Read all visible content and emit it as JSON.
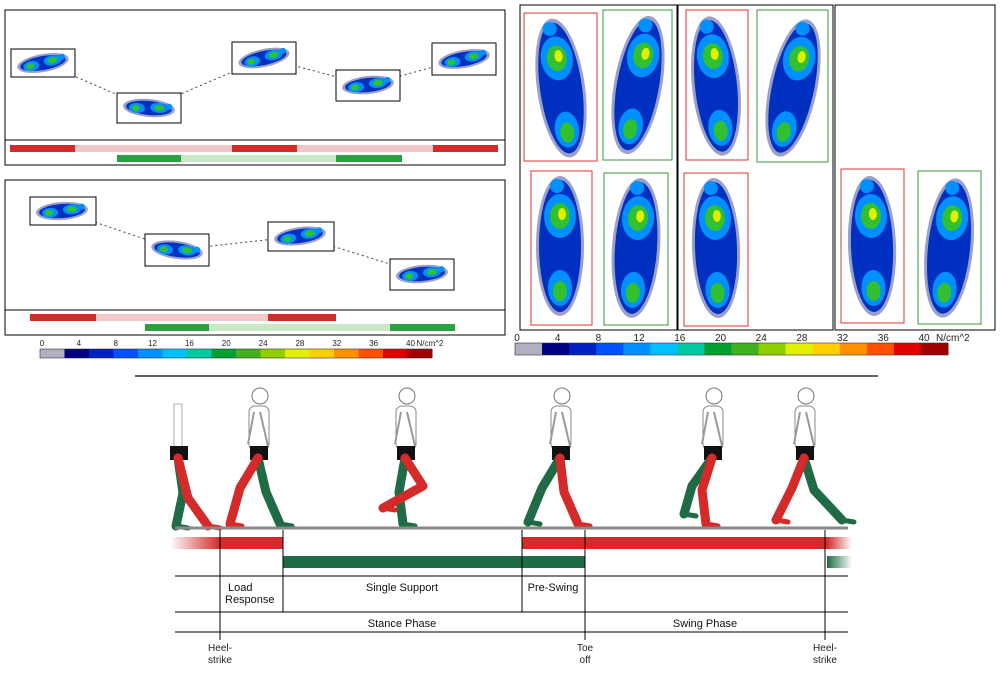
{
  "scale_left": {
    "ticks": [
      "0",
      "4",
      "8",
      "12",
      "16",
      "20",
      "24",
      "28",
      "32",
      "36",
      "40"
    ],
    "unit": "N/cm^2"
  },
  "scale_right": {
    "ticks": [
      "0",
      "4",
      "8",
      "12",
      "16",
      "20",
      "24",
      "28",
      "32",
      "36",
      "40"
    ],
    "unit": "N/cm^2"
  },
  "scale_colors": [
    "#b0b0c0",
    "#000080",
    "#0020c0",
    "#0050ff",
    "#0090ff",
    "#00c0ff",
    "#00c8a0",
    "#00a030",
    "#40b020",
    "#90d000",
    "#e0f000",
    "#ffd000",
    "#ff9000",
    "#ff5000",
    "#e00000",
    "#a00000"
  ],
  "gait": {
    "phases": {
      "load_response": "Load\nResponse",
      "single_support": "Single Support",
      "pre_swing": "Pre-Swing",
      "stance": "Stance Phase",
      "swing": "Swing Phase"
    },
    "events": {
      "heel_strike_1": "Heel-\nstrike",
      "toe_off": "Toe\noff",
      "heel_strike_2": "Heel-\nstrike"
    }
  },
  "colors": {
    "right_leg": "#d42a2a",
    "left_leg": "#1e6b45",
    "left_frame": "#e03030",
    "right_frame": "#3a9a3a"
  }
}
